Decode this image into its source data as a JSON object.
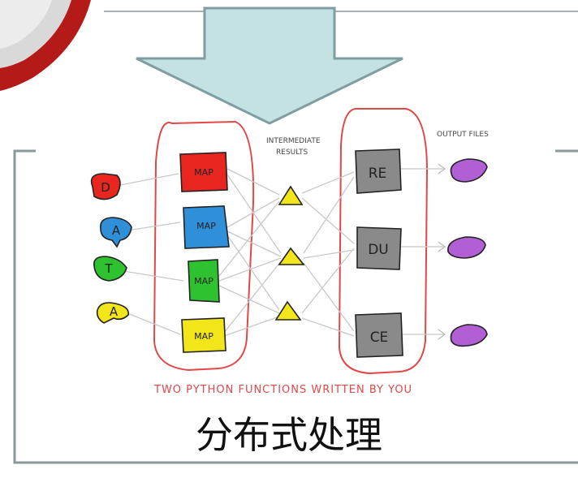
{
  "diagram": {
    "inputs": [
      "D",
      "A",
      "T",
      "A"
    ],
    "map_label": "MAP",
    "intermediate_label_line1": "INTERMEDIATE",
    "intermediate_label_line2": "RESULTS",
    "reducers": [
      "RE",
      "DU",
      "CE"
    ],
    "output_label": "OUTPUT FILES",
    "footer_note": "TWO PYTHON FUNCTIONS WRITTEN BY YOU",
    "colors": {
      "red": "#e8251f",
      "blue": "#2f8fd8",
      "green": "#2fc230",
      "yellow": "#f2e51a",
      "gray": "#8a8a8a",
      "purple": "#b25fd6",
      "outline": "#e04848",
      "arrow_fill": "#c4e2e2",
      "frame": "#8a9a9c"
    }
  },
  "caption": "分布式处理"
}
